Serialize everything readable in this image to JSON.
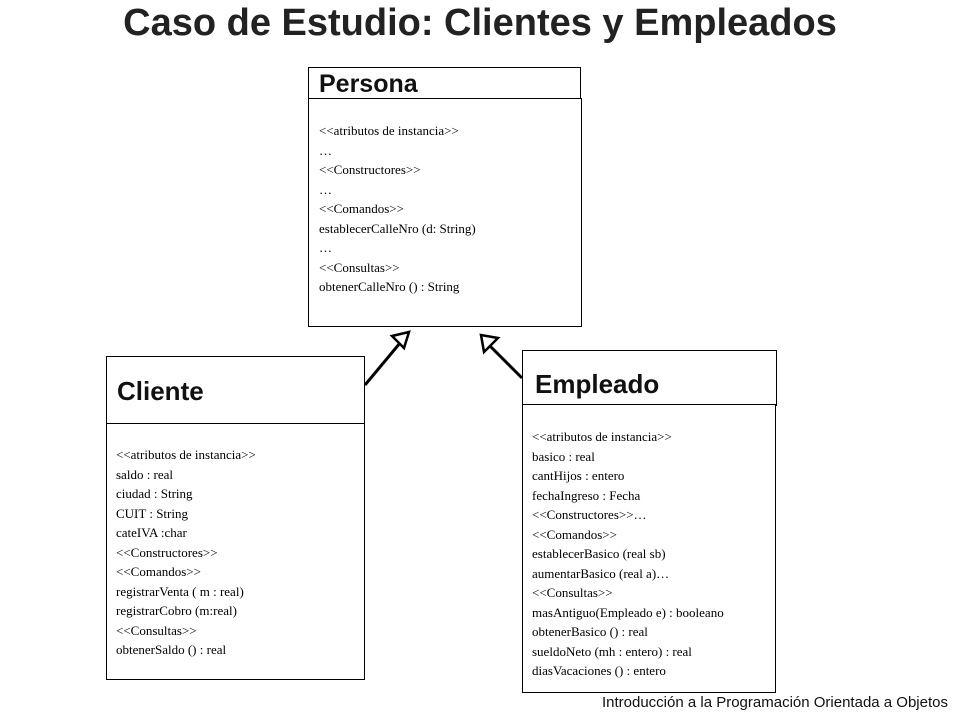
{
  "title": "Caso de Estudio: Clientes y Empleados",
  "footer": "Introducción a la Programación Orientada a Objetos",
  "classes": {
    "persona": {
      "name": "Persona",
      "members": [
        "<<atributos de instancia>>",
        "…",
        "<<Constructores>>",
        "…",
        "<<Comandos>>",
        "establecerCalleNro (d: String)",
        "…",
        "<<Consultas>>",
        "obtenerCalleNro () : String"
      ]
    },
    "cliente": {
      "name": "Cliente",
      "members": [
        "<<atributos de instancia>>",
        "saldo : real",
        "ciudad : String",
        "CUIT : String",
        "cateIVA :char",
        "<<Constructores>>",
        "<<Comandos>>",
        "registrarVenta ( m : real)",
        "registrarCobro (m:real)",
        "<<Consultas>>",
        "obtenerSaldo () : real"
      ]
    },
    "empleado": {
      "name": "Empleado",
      "members": [
        "<<atributos de instancia>>",
        "basico : real",
        "cantHijos : entero",
        "fechaIngreso : Fecha",
        "<<Constructores>>…",
        "<<Comandos>>",
        "establecerBasico (real sb)",
        "aumentarBasico (real a)…",
        "<<Consultas>>",
        "masAntiguo(Empleado e) : booleano",
        "obtenerBasico () : real",
        "sueldoNeto (mh : entero) : real",
        "diasVacaciones () : entero"
      ]
    }
  }
}
